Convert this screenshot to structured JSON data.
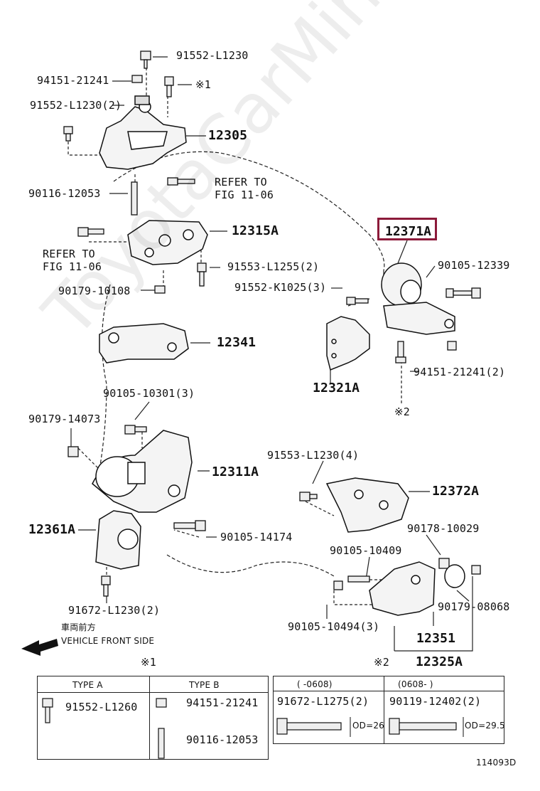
{
  "labels": {
    "l91552_L1230": "91552-L1230",
    "l94151_21241": "94151-21241",
    "note1_top": "※1",
    "l91552_L1230_2": "91552-L1230(2)",
    "l12305": "12305",
    "l90116_12053": "90116-12053",
    "refer_top": "REFER TO",
    "fig_top": "FIG 11-06",
    "l12315A": "12315A",
    "refer_left": "REFER TO",
    "fig_left": "FIG 11-06",
    "l91553_L1255_2": "91553-L1255(2)",
    "l90179_10108": "90179-10108",
    "l91552_K1025_3": "91552-K1025(3)",
    "l12371A": "12371A",
    "l90105_12339": "90105-12339",
    "l12341": "12341",
    "l94151_21241_2": "94151-21241(2)",
    "l12321A": "12321A",
    "l90105_10301_3": "90105-10301(3)",
    "note2_mid": "※2",
    "l90179_14073": "90179-14073",
    "l91553_L1230_4": "91553-L1230(4)",
    "l12311A": "12311A",
    "l12372A": "12372A",
    "l12361A": "12361A",
    "l90105_14174": "90105-14174",
    "l90178_10029": "90178-10029",
    "l90105_10409": "90105-10409",
    "l91672_L1230_2": "91672-L1230(2)",
    "l90179_08068": "90179-08068",
    "l90105_10494_3": "90105-10494(3)",
    "l12351": "12351",
    "l12325A": "12325A",
    "front_jp": "車両前方",
    "front_en": "VEHICLE FRONT SIDE"
  },
  "table1": {
    "note": "※1",
    "type_a": "TYPE A",
    "type_b": "TYPE B",
    "part_a": "91552-L1260",
    "part_b1": "94151-21241",
    "part_b2": "90116-12053"
  },
  "table2": {
    "note": "※2",
    "col1_head": "(    -0608)",
    "col2_head": "(0608-    )",
    "part1": "91672-L1275(2)",
    "part2": "90119-12402(2)",
    "od1": "OD=26",
    "od2": "OD=29.5"
  },
  "diagram_code": "114093D",
  "watermark": "ToyotaCarMine.ru",
  "colors": {
    "highlight": "#8c1a3a",
    "ink": "#111111"
  }
}
